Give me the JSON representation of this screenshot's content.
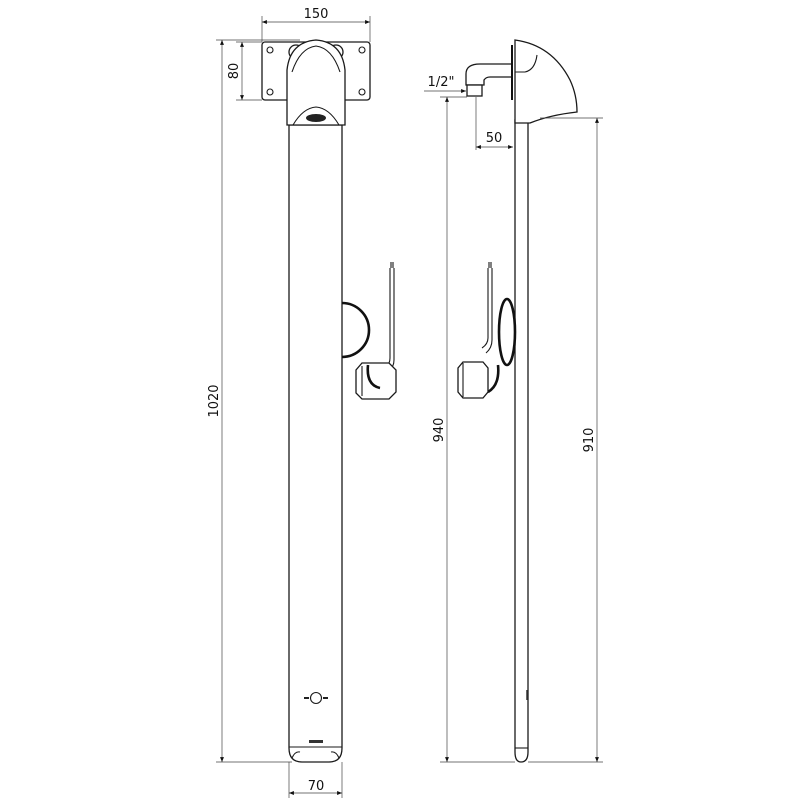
{
  "drawing": {
    "front_view": {
      "dimensions": {
        "plate_width": "150",
        "plate_height": "80",
        "total_height": "1020",
        "column_width": "70"
      }
    },
    "side_view": {
      "dimensions": {
        "inlet_thread": "1/2\"",
        "inlet_offset": "50",
        "inlet_height": "940",
        "outlet_height": "910"
      }
    },
    "colors": {
      "line": "#1a1a1a",
      "background": "#ffffff"
    }
  }
}
